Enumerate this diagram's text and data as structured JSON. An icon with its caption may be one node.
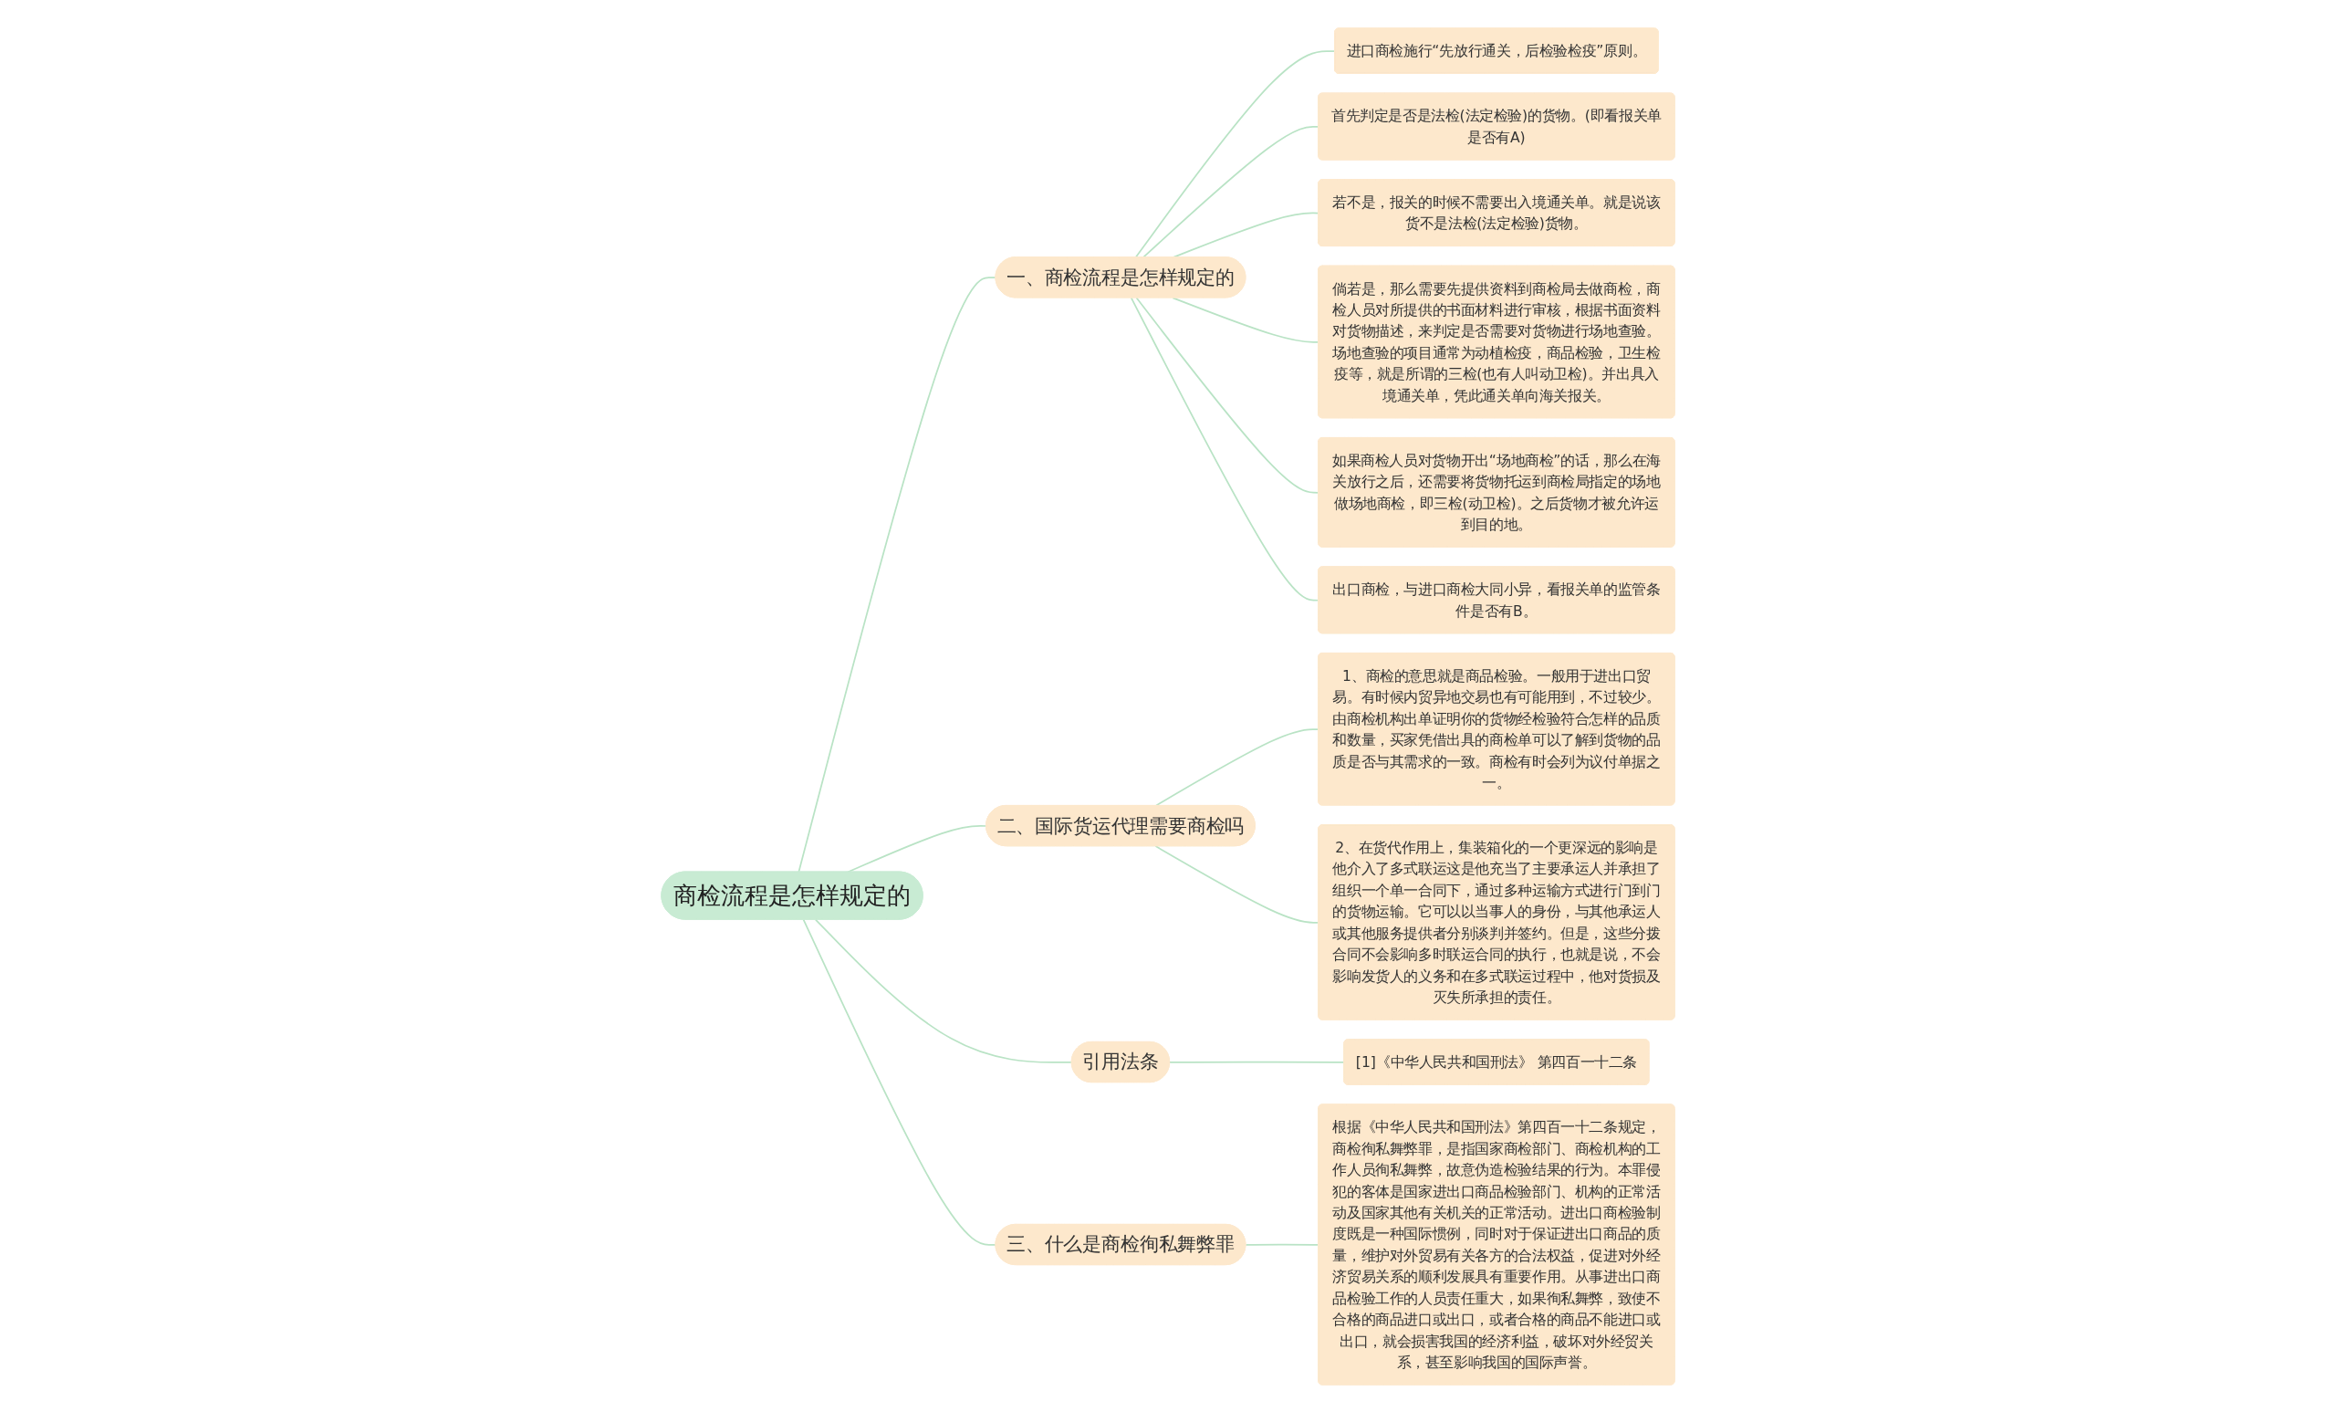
{
  "diagram": {
    "nodes": [
      {
        "text": [
          "商检流程是怎样规定的"
        ]
      },
      {
        "text": [
          "一、商检流程是怎样规定的"
        ]
      },
      {
        "text": [
          "进口商检施行“先放行通关，后检验检疫”原则。"
        ]
      },
      {
        "text": [
          "首先判定是否是法检(法定检验)的货物。(即看报关单是否有A)"
        ]
      },
      {
        "text": [
          "若不是，报关的时候不需要出入境通关单。就是说该货不是法检(法定检验)货物。"
        ]
      },
      {
        "text": [
          "倘若是，那么需要先提供资料到商检局去做商检，商检人员对所提供的书面材料进行审核，根据书面资料对货物描述，来判定是否需要对货物进行场地查验。场地查验的项目通常为动植检疫，商品检验，卫生检疫等，就是所谓的三检(也有人叫动卫检)。并出具入境通关单，凭此通关单向海关报关。"
        ]
      },
      {
        "text": [
          "如果商检人员对货物开出“场地商检”的话，那么在海关放行之后，还需要将货物托运到商检局指定的场地做场地商检，即三检(动卫检)。之后货物才被允许运到目的地。"
        ]
      },
      {
        "text": [
          "出口商检，与进口商检大同小异，看报关单的监管条件是否有B。"
        ]
      },
      {
        "text": [
          "二、国际货运代理需要商检吗"
        ]
      },
      {
        "text": [
          "1、商检的意思就是商品检验。一般用于进出口贸易。有时候内贸异地交易也有可能用到，不过较少。由商检机构出单证明你的货物经检验符合怎样的品质和数量，买家凭借出具的商检单可以了解到货物的品质是否与其需求的一致。商检有时会列为议付单据之一。"
        ]
      },
      {
        "text": [
          "2、在货代作用上，集装箱化的一个更深远的影响是他介入了多式联运这是他充当了主要承运人并承担了组织一个单一合同下，通过多种运输方式进行门到门的货物运输。它可以以当事人的身份，与其他承运人或其他服务提供者分别谈判并签约。但是，这些分拨合同不会影响多时联运合同的执行，也就是说，不会影响发货人的义务和在多式联运过程中，他对货损及灭失所承担的责任。"
        ]
      },
      {
        "text": [
          "引用法条"
        ]
      },
      {
        "text": [
          "[1]《中华人民共和国刑法》 第四百一十二条"
        ]
      },
      {
        "text": [
          "三、什么是商检徇私舞弊罪"
        ]
      },
      {
        "text": [
          "根据《中华人民共和国刑法》第四百一十二条规定，商检徇私舞弊罪，是指国家商检部门、商检机构的工作人员徇私舞弊，故意伪造检验结果的行为。本罪侵犯的客体是国家进出口商品检验部门、机构的正常活动及国家其他有关机关的正常活动。进出口商检验制度既是一种国际惯例，同时对于保证进出口商品的质量，维护对外贸易有关各方的合法权益，促进对外经济贸易关系的顺利发展具有重要作用。从事进出口商品检验工作的人员责任重大，如果徇私舞弊，致使不合格的商品进口或出口，或者合格的商品不能进口或出口，就会损害我国的经济利益，破坏对外经贸关系，甚至影响我国的国际声誉。"
        ]
      }
    ],
    "edges": [
      {
        "from": 0,
        "to": 1,
        "arrow": "none"
      },
      {
        "from": 1,
        "to": 2,
        "arrow": "none"
      },
      {
        "from": 1,
        "to": 3,
        "arrow": "none"
      },
      {
        "from": 1,
        "to": 4,
        "arrow": "none"
      },
      {
        "from": 1,
        "to": 5,
        "arrow": "none"
      },
      {
        "from": 1,
        "to": 6,
        "arrow": "none"
      },
      {
        "from": 1,
        "to": 7,
        "arrow": "none"
      },
      {
        "from": 0,
        "to": 8,
        "arrow": "none"
      },
      {
        "from": 8,
        "to": 9,
        "arrow": "none"
      },
      {
        "from": 8,
        "to": 10,
        "arrow": "none"
      },
      {
        "from": 0,
        "to": 11,
        "arrow": "none"
      },
      {
        "from": 11,
        "to": 12,
        "arrow": "none"
      },
      {
        "from": 0,
        "to": 13,
        "arrow": "none"
      },
      {
        "from": 13,
        "to": 14,
        "arrow": "none"
      }
    ]
  }
}
